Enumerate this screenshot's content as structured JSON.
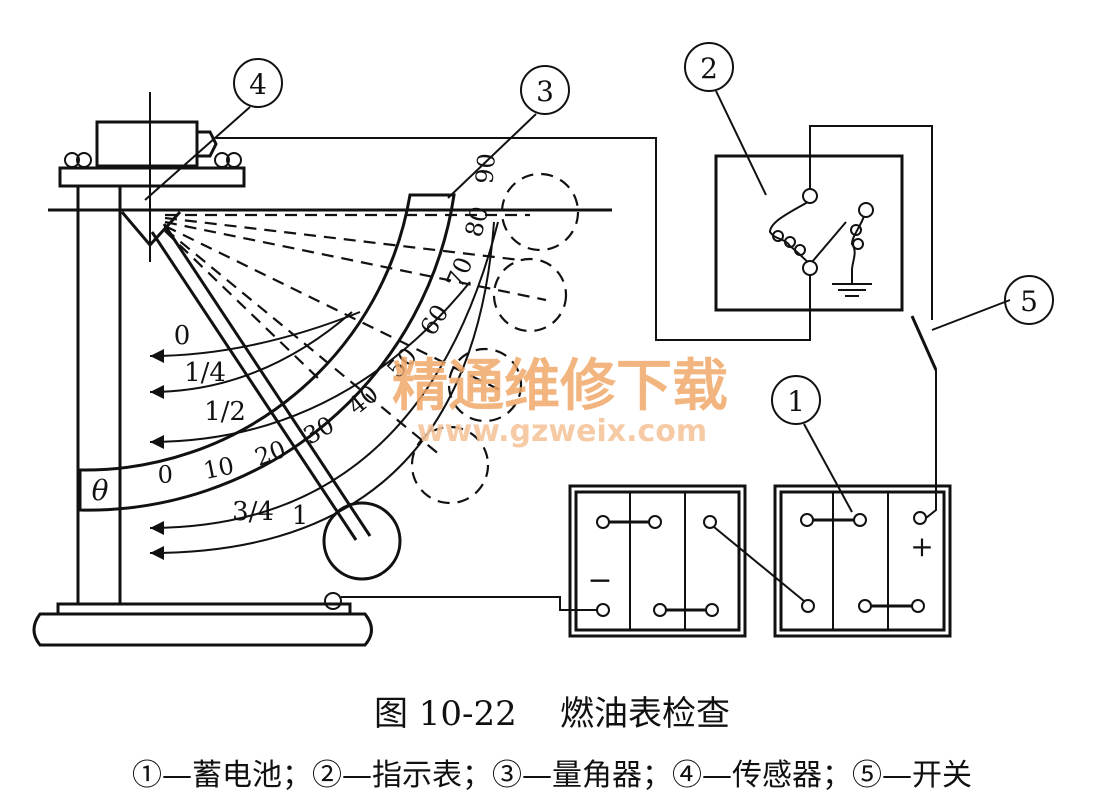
{
  "callouts": [
    "1",
    "2",
    "3",
    "4",
    "5"
  ],
  "protractor": {
    "theta": "θ",
    "ticks": [
      "0",
      "10",
      "20",
      "30",
      "40",
      "50",
      "60",
      "70",
      "80",
      "90"
    ]
  },
  "fuel_levels": [
    "0",
    "1/4",
    "1/2",
    "3/4",
    "1"
  ],
  "battery": {
    "minus": "−",
    "plus": "+"
  },
  "watermark": {
    "cn": "精通维修下载",
    "url": "www.gzweix.com"
  },
  "figure_title": {
    "number": "图 10-22",
    "text": "燃油表检查"
  },
  "legend": [
    "①—蓄电池",
    "②—指示表",
    "③—量角器",
    "④—传感器",
    "⑤—开关"
  ],
  "colors": {
    "ink": "#111111",
    "watermark": "#f0a868",
    "watermark_url": "#f5c49a"
  }
}
